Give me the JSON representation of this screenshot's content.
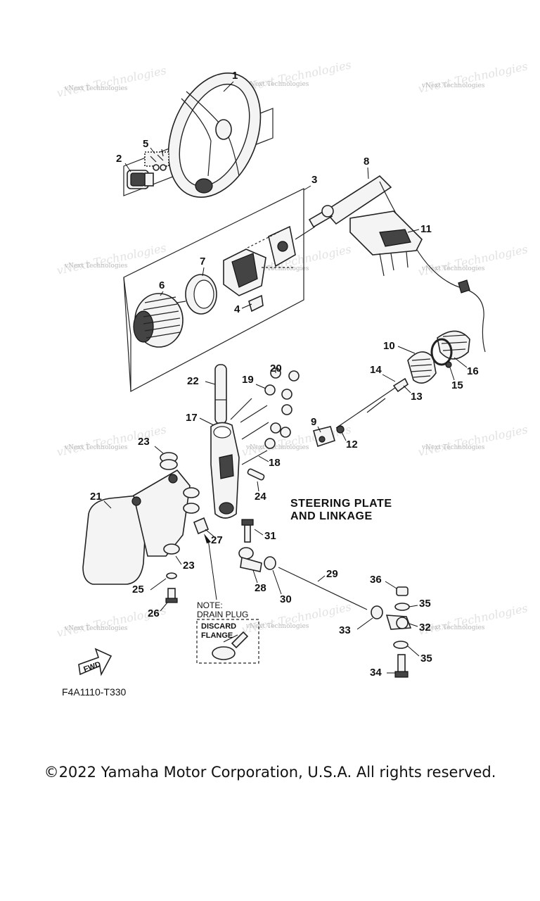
{
  "diagram_title": {
    "line1": "STEERING PLATE",
    "line2": "AND LINKAGE"
  },
  "note": {
    "heading": "NOTE:",
    "subject": "DRAIN PLUG",
    "label_discard": "DISCARD",
    "label_flange": "FLANGE"
  },
  "fwd_label": "FWD",
  "figure_code": "F4A1110-T330",
  "watermark_text": "vNext Technologies",
  "copyright": "©2022 Yamaha Motor Corporation, U.S.A. All rights reserved.",
  "callouts": [
    "1",
    "2",
    "3",
    "4",
    "5",
    "6",
    "7",
    "8",
    "9",
    "10",
    "11",
    "12",
    "13",
    "14",
    "15",
    "16",
    "17",
    "18",
    "19",
    "20",
    "21",
    "22",
    "23",
    "23",
    "24",
    "25",
    "26",
    "27",
    "28",
    "29",
    "30",
    "31",
    "32",
    "33",
    "34",
    "35",
    "35",
    "36"
  ]
}
